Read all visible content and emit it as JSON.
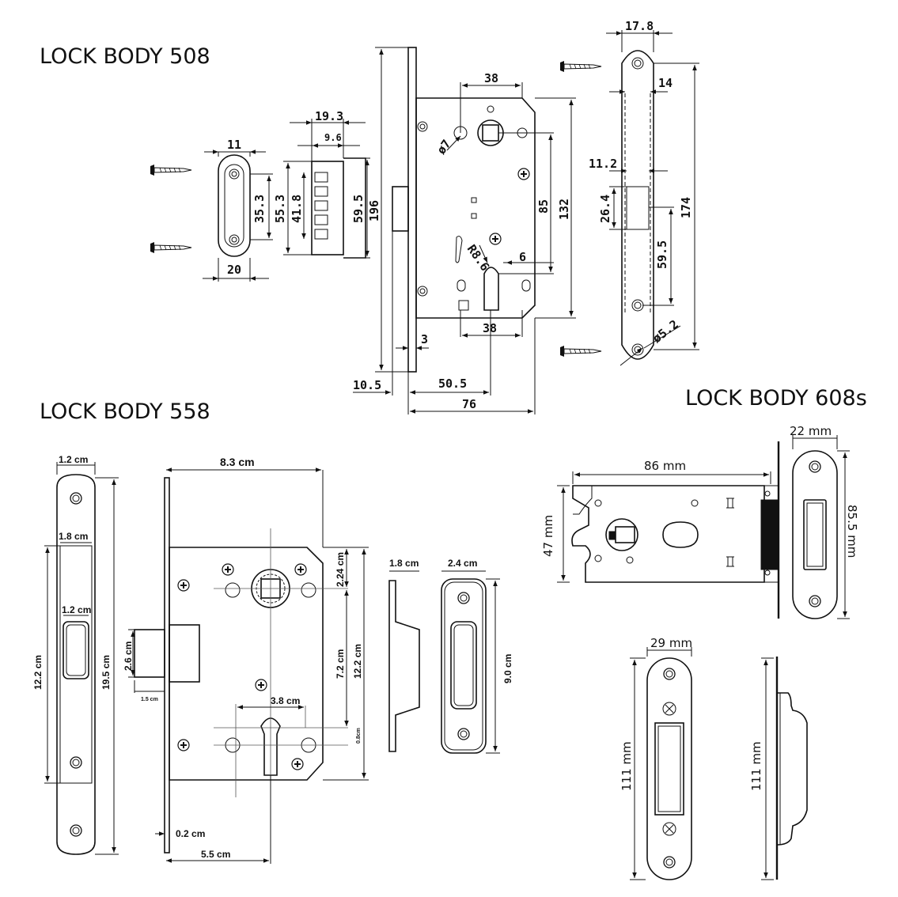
{
  "titles": {
    "lock508": "LOCK BODY 508",
    "lock558": "LOCK BODY 558",
    "lock608s": "LOCK BODY 608s"
  },
  "lock508": {
    "strike_width": "11",
    "strike_base_width": "20",
    "strike_hole_spacing": "35.3",
    "latch_depth": "19.3",
    "latch_step": "9.6",
    "latch_outer": "55.3",
    "latch_inner": "41.8",
    "latch_face": "59.5",
    "faceplate_length": "196",
    "spindle_offset": "38",
    "hole_dia": "ø7",
    "cyl_radius": "R8.6",
    "cyl_offset": "6",
    "spindle_cyl_center": "85",
    "case_height": "132",
    "cyl_centers": "38",
    "faceplate_thickness": "3",
    "face_offset": "10.5",
    "backset": "50.5",
    "case_depth": "76",
    "plate_width": "17.8",
    "plate_inner": "14",
    "slot_width": "11.2",
    "slot_height": "26.4",
    "plate_length": "174",
    "slot_to_hole": "59.5",
    "screw_dia": "ø5.2"
  },
  "lock558": {
    "strike_width": "1.2 cm",
    "strike_inner": "1.8 cm",
    "slot_width": "1.2 cm",
    "strike_inner_len": "12.2 cm",
    "strike_len": "19.5 cm",
    "body_width": "8.3 cm",
    "latch_height": "2.6 cm",
    "latch_depth": "1.5 cm",
    "spindle_offset": "2.24 cm",
    "spindle_cyl": "7.2 cm",
    "case_height": "12.2 cm",
    "cyl_spacing": "3.8 cm",
    "cyl_small": "0.8cm",
    "face_thickness": "0.2 cm",
    "backset": "5.5 cm",
    "keeper_depth": "1.8 cm",
    "keeper_width": "2.4 cm",
    "keeper_height": "9.0 cm"
  },
  "lock608s": {
    "plate_width": "22 mm",
    "body_length": "86 mm",
    "body_height": "47 mm",
    "plate_height": "85.5 mm",
    "strike_width": "29 mm",
    "strike_len": "111 mm",
    "strike_side_len": "111 mm"
  }
}
